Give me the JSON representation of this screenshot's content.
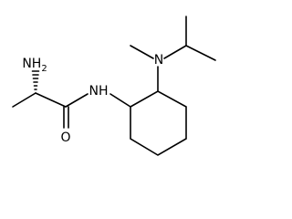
{
  "molecule": {
    "atoms": {
      "amine_nh2": {
        "symbol": "NH",
        "subscript": "2"
      },
      "carbonyl_o": {
        "symbol": "O"
      },
      "amide_nh": {
        "symbol": "NH"
      },
      "tertiary_n": {
        "symbol": "N"
      }
    },
    "stereo": {
      "alpha_carbon": "hashed-wedge"
    },
    "colors": {
      "bond": "#000000",
      "label": "#000000",
      "background": "#ffffff"
    }
  }
}
